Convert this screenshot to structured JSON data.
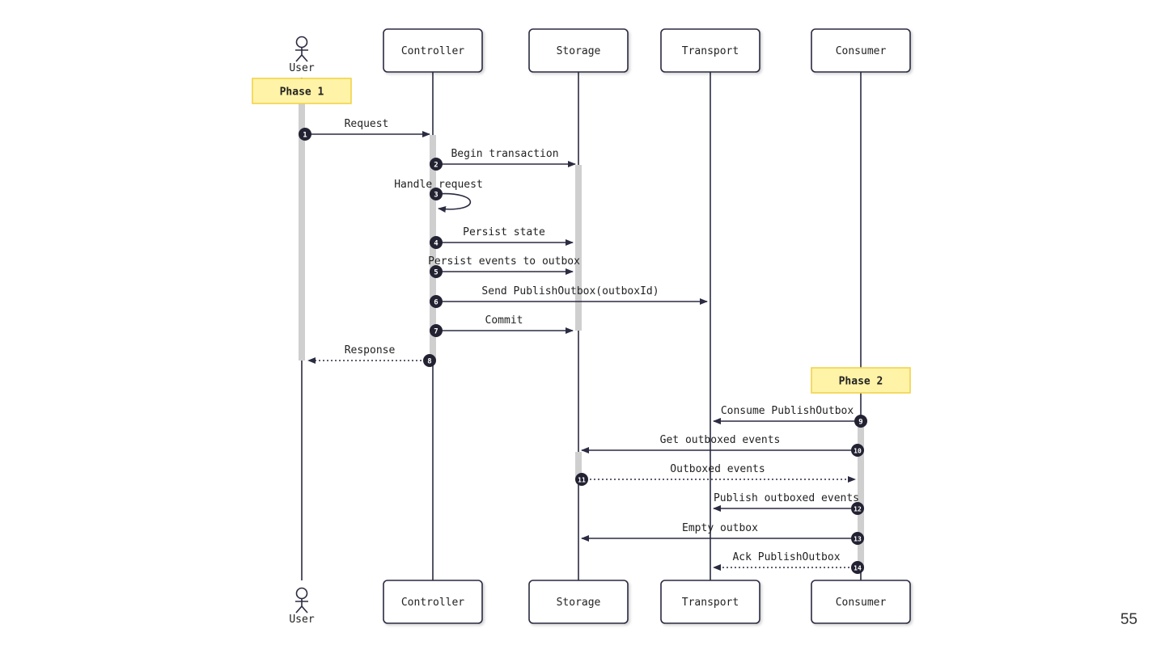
{
  "participants": [
    {
      "id": "user",
      "label": "User",
      "kind": "actor"
    },
    {
      "id": "controller",
      "label": "Controller",
      "kind": "box"
    },
    {
      "id": "storage",
      "label": "Storage",
      "kind": "box"
    },
    {
      "id": "transport",
      "label": "Transport",
      "kind": "box"
    },
    {
      "id": "consumer",
      "label": "Consumer",
      "kind": "box"
    }
  ],
  "notes": [
    {
      "over": "user",
      "text": "Phase 1"
    },
    {
      "over": "consumer",
      "text": "Phase 2"
    }
  ],
  "messages": [
    {
      "n": "1",
      "from": "user",
      "to": "controller",
      "label": "Request",
      "style": "solid"
    },
    {
      "n": "2",
      "from": "controller",
      "to": "storage",
      "label": "Begin transaction",
      "style": "solid"
    },
    {
      "n": "3",
      "from": "controller",
      "to": "controller",
      "label": "Handle request",
      "style": "self"
    },
    {
      "n": "4",
      "from": "controller",
      "to": "storage",
      "label": "Persist state",
      "style": "solid"
    },
    {
      "n": "5",
      "from": "controller",
      "to": "storage",
      "label": "Persist events to outbox",
      "style": "solid"
    },
    {
      "n": "6",
      "from": "controller",
      "to": "transport",
      "label": "Send PublishOutbox(outboxId)",
      "style": "solid"
    },
    {
      "n": "7",
      "from": "controller",
      "to": "storage",
      "label": "Commit",
      "style": "solid"
    },
    {
      "n": "8",
      "from": "controller",
      "to": "user",
      "label": "Response",
      "style": "dotted"
    },
    {
      "n": "9",
      "from": "consumer",
      "to": "transport",
      "label": "Consume PublishOutbox",
      "style": "solid"
    },
    {
      "n": "10",
      "from": "consumer",
      "to": "storage",
      "label": "Get outboxed events",
      "style": "solid"
    },
    {
      "n": "11",
      "from": "storage",
      "to": "consumer",
      "label": "Outboxed events",
      "style": "dotted"
    },
    {
      "n": "12",
      "from": "consumer",
      "to": "transport",
      "label": "Publish outboxed events",
      "style": "solid"
    },
    {
      "n": "13",
      "from": "consumer",
      "to": "storage",
      "label": "Empty outbox",
      "style": "solid"
    },
    {
      "n": "14",
      "from": "consumer",
      "to": "transport",
      "label": "Ack PublishOutbox",
      "style": "dotted"
    }
  ],
  "colors": {
    "line": "#2b2b42",
    "note_fill": "#fff3a8",
    "note_stroke": "#f1d34a",
    "activation": "#cfcfcf",
    "box_stroke": "#2b2b42"
  },
  "page_number": "55"
}
